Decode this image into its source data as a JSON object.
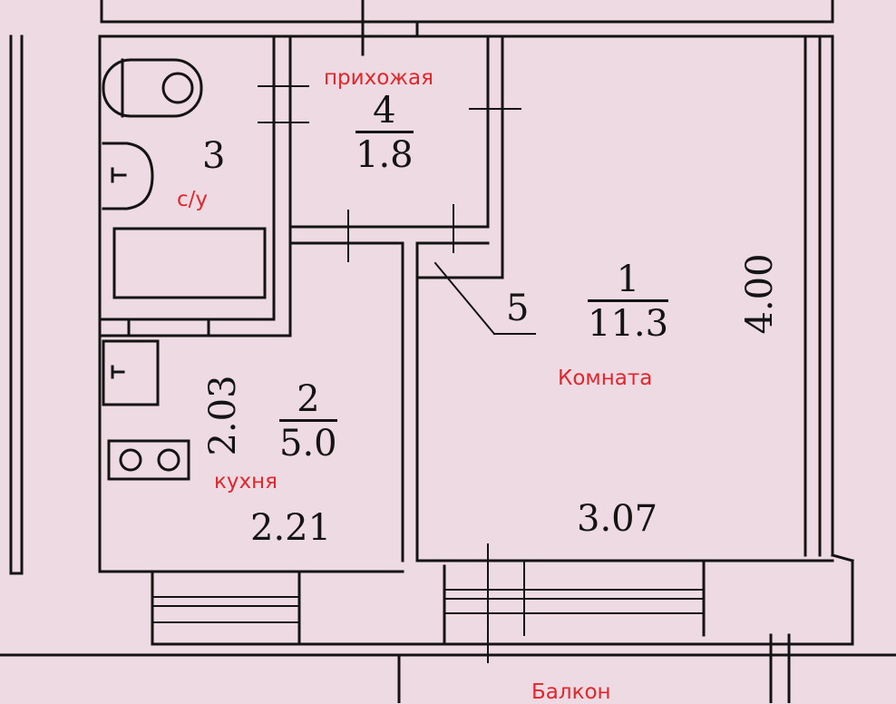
{
  "background": "#eedae2",
  "line_color": "#141414",
  "label_color": "#e2262c",
  "rooms": {
    "living": {
      "number": "1",
      "area": "11.3",
      "name": "Комната",
      "width": "3.07",
      "length": "4.00"
    },
    "kitchen": {
      "number": "2",
      "area": "5.0",
      "name": "кухня",
      "width": "2.21",
      "length": "2.03"
    },
    "bathroom": {
      "number": "3",
      "name": "с/у"
    },
    "hallway": {
      "number": "4",
      "area": "1.8",
      "name": "прихожая"
    },
    "closet": {
      "number": "5"
    }
  },
  "balcony": {
    "name": "Балкон"
  }
}
